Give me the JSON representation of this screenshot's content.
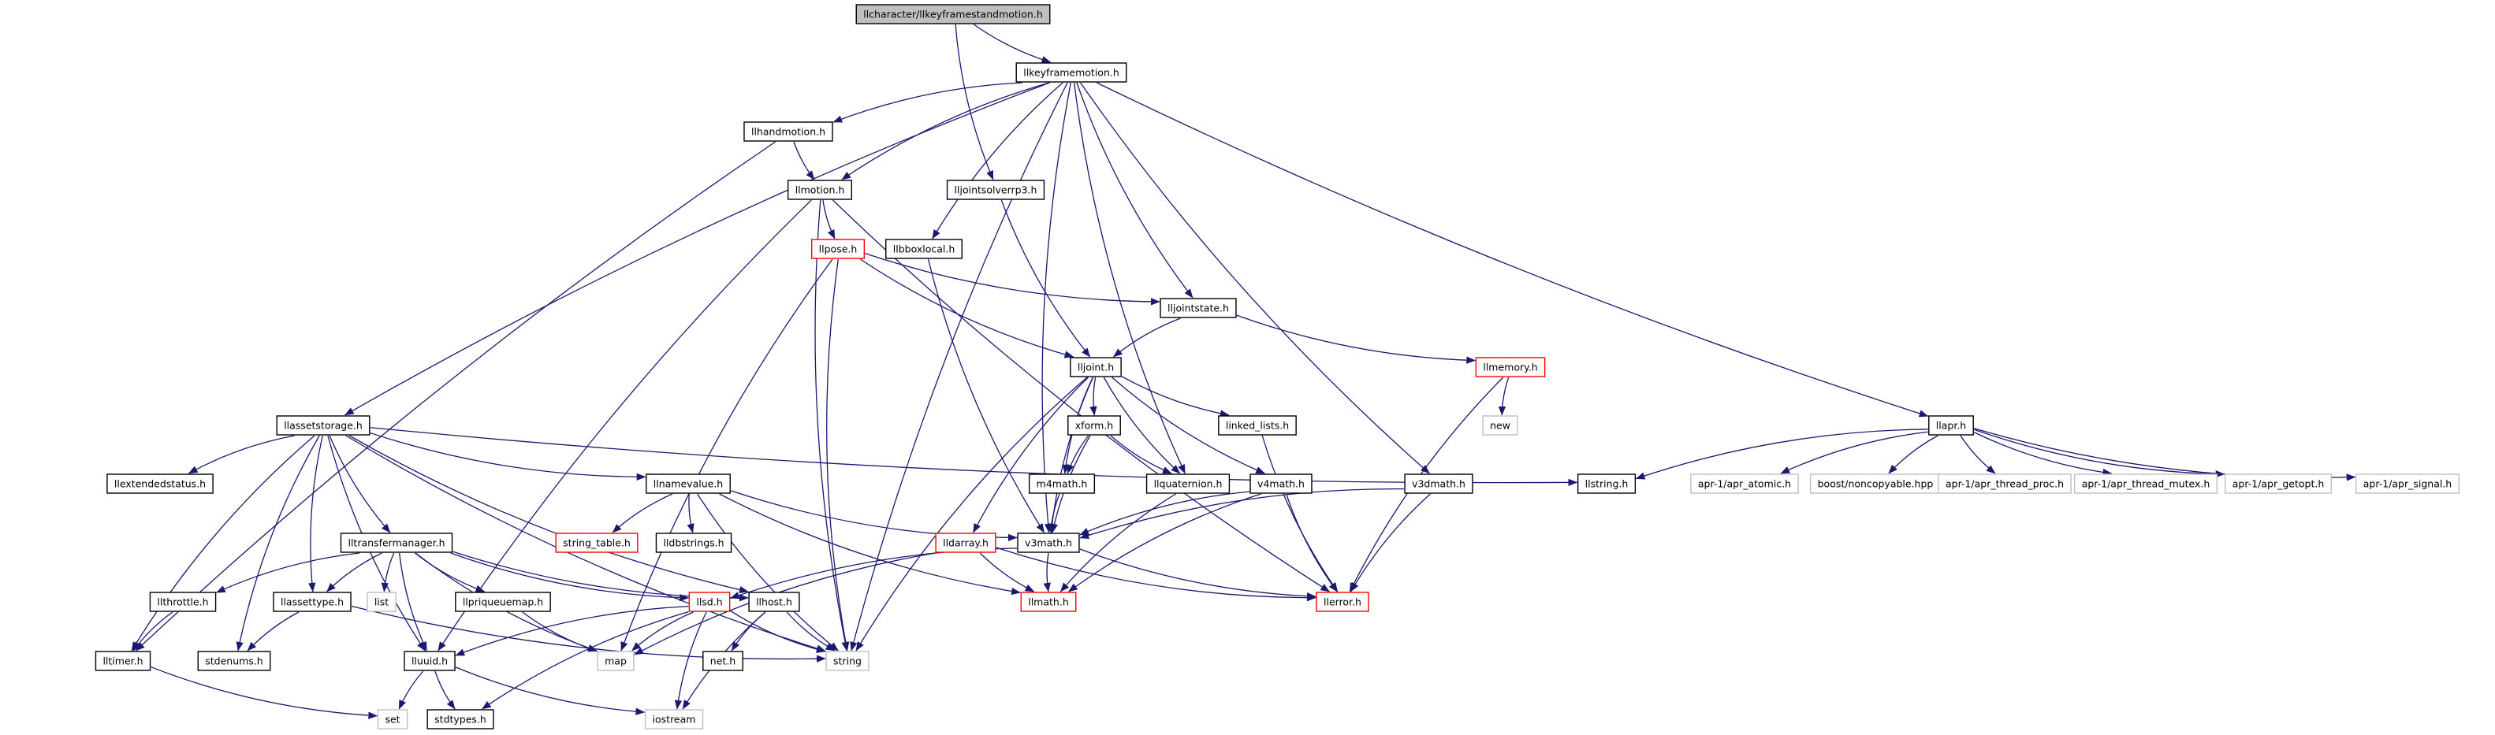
{
  "colors": {
    "edge": "#191970",
    "border_normal": "#000000",
    "border_truncated": "#ff0000",
    "border_external": "#bfbfbf",
    "fill_root": "#bfbfbf",
    "fill_normal": "#ffffff"
  },
  "nodes": [
    {
      "id": "root",
      "label": "llcharacter/llkeyframestandmotion.h",
      "kind": "root"
    },
    {
      "id": "llkeyframemotion",
      "label": "llkeyframemotion.h",
      "kind": "normal"
    },
    {
      "id": "llhandmotion",
      "label": "llhandmotion.h",
      "kind": "normal"
    },
    {
      "id": "llmotion",
      "label": "llmotion.h",
      "kind": "normal"
    },
    {
      "id": "lljointsolverrp3",
      "label": "lljointsolverrp3.h",
      "kind": "normal"
    },
    {
      "id": "llpose",
      "label": "llpose.h",
      "kind": "truncated"
    },
    {
      "id": "llbboxlocal",
      "label": "llbboxlocal.h",
      "kind": "normal"
    },
    {
      "id": "lljointstate",
      "label": "lljointstate.h",
      "kind": "normal"
    },
    {
      "id": "llmemory",
      "label": "llmemory.h",
      "kind": "truncated"
    },
    {
      "id": "new",
      "label": "new",
      "kind": "external"
    },
    {
      "id": "lljoint",
      "label": "lljoint.h",
      "kind": "normal"
    },
    {
      "id": "xform",
      "label": "xform.h",
      "kind": "normal"
    },
    {
      "id": "linked_lists",
      "label": "linked_lists.h",
      "kind": "normal"
    },
    {
      "id": "m4math",
      "label": "m4math.h",
      "kind": "normal"
    },
    {
      "id": "llquaternion",
      "label": "llquaternion.h",
      "kind": "normal"
    },
    {
      "id": "v4math",
      "label": "v4math.h",
      "kind": "normal"
    },
    {
      "id": "v3dmath",
      "label": "v3dmath.h",
      "kind": "normal"
    },
    {
      "id": "v3math",
      "label": "v3math.h",
      "kind": "normal"
    },
    {
      "id": "lldarray",
      "label": "lldarray.h",
      "kind": "truncated"
    },
    {
      "id": "llmath",
      "label": "llmath.h",
      "kind": "truncated"
    },
    {
      "id": "llerror",
      "label": "llerror.h",
      "kind": "truncated"
    },
    {
      "id": "llassetstorage",
      "label": "llassetstorage.h",
      "kind": "normal"
    },
    {
      "id": "llextendedstatus",
      "label": "llextendedstatus.h",
      "kind": "normal"
    },
    {
      "id": "llnamevalue",
      "label": "llnamevalue.h",
      "kind": "normal"
    },
    {
      "id": "string_table",
      "label": "string_table.h",
      "kind": "truncated"
    },
    {
      "id": "lldbstrings",
      "label": "lldbstrings.h",
      "kind": "normal"
    },
    {
      "id": "lltransfermanager",
      "label": "lltransfermanager.h",
      "kind": "normal"
    },
    {
      "id": "llthrottle",
      "label": "llthrottle.h",
      "kind": "normal"
    },
    {
      "id": "llassettype",
      "label": "llassettype.h",
      "kind": "normal"
    },
    {
      "id": "list",
      "label": "list",
      "kind": "external"
    },
    {
      "id": "llpriqueuemap",
      "label": "llpriqueuemap.h",
      "kind": "normal"
    },
    {
      "id": "llsd",
      "label": "llsd.h",
      "kind": "truncated"
    },
    {
      "id": "llhost",
      "label": "llhost.h",
      "kind": "normal"
    },
    {
      "id": "lltimer",
      "label": "lltimer.h",
      "kind": "normal"
    },
    {
      "id": "stdenums",
      "label": "stdenums.h",
      "kind": "normal"
    },
    {
      "id": "lluuid",
      "label": "lluuid.h",
      "kind": "normal"
    },
    {
      "id": "map",
      "label": "map",
      "kind": "external"
    },
    {
      "id": "net",
      "label": "net.h",
      "kind": "normal"
    },
    {
      "id": "string",
      "label": "string",
      "kind": "external"
    },
    {
      "id": "set",
      "label": "set",
      "kind": "external"
    },
    {
      "id": "stdtypes",
      "label": "stdtypes.h",
      "kind": "normal"
    },
    {
      "id": "iostream",
      "label": "iostream",
      "kind": "external"
    },
    {
      "id": "llapr",
      "label": "llapr.h",
      "kind": "normal"
    },
    {
      "id": "llstring",
      "label": "llstring.h",
      "kind": "normal"
    },
    {
      "id": "apr_atomic",
      "label": "apr-1/apr_atomic.h",
      "kind": "external"
    },
    {
      "id": "noncopyable",
      "label": "boost/noncopyable.hpp",
      "kind": "external"
    },
    {
      "id": "apr_thread_proc",
      "label": "apr-1/apr_thread_proc.h",
      "kind": "external"
    },
    {
      "id": "apr_thread_mutex",
      "label": "apr-1/apr_thread_mutex.h",
      "kind": "external"
    },
    {
      "id": "apr_getopt",
      "label": "apr-1/apr_getopt.h",
      "kind": "external"
    },
    {
      "id": "apr_signal",
      "label": "apr-1/apr_signal.h",
      "kind": "external"
    }
  ],
  "edges": [
    [
      "root",
      "llkeyframemotion"
    ],
    [
      "root",
      "lljointsolverrp3"
    ],
    [
      "llkeyframemotion",
      "llhandmotion"
    ],
    [
      "llkeyframemotion",
      "llmotion"
    ],
    [
      "llkeyframemotion",
      "llbboxlocal"
    ],
    [
      "llkeyframemotion",
      "v3math"
    ],
    [
      "llkeyframemotion",
      "lljointstate"
    ],
    [
      "llkeyframemotion",
      "llquaternion"
    ],
    [
      "llkeyframemotion",
      "v3dmath"
    ],
    [
      "llkeyframemotion",
      "string"
    ],
    [
      "llkeyframemotion",
      "llassetstorage"
    ],
    [
      "llkeyframemotion",
      "llapr"
    ],
    [
      "llhandmotion",
      "llmotion"
    ],
    [
      "llhandmotion",
      "lltimer"
    ],
    [
      "llmotion",
      "llpose"
    ],
    [
      "llmotion",
      "string"
    ],
    [
      "llmotion",
      "lluuid"
    ],
    [
      "llmotion",
      "llerror"
    ],
    [
      "lljointsolverrp3",
      "lljoint"
    ],
    [
      "llpose",
      "lljointstate"
    ],
    [
      "llpose",
      "lljoint"
    ],
    [
      "llpose",
      "map"
    ],
    [
      "llpose",
      "string"
    ],
    [
      "llbboxlocal",
      "v3math"
    ],
    [
      "lljointstate",
      "lljoint"
    ],
    [
      "lljointstate",
      "llmemory"
    ],
    [
      "llmemory",
      "new"
    ],
    [
      "llmemory",
      "llerror"
    ],
    [
      "lljoint",
      "xform"
    ],
    [
      "lljoint",
      "linked_lists"
    ],
    [
      "lljoint",
      "m4math"
    ],
    [
      "lljoint",
      "llquaternion"
    ],
    [
      "lljoint",
      "v4math"
    ],
    [
      "lljoint",
      "v3math"
    ],
    [
      "lljoint",
      "lldarray"
    ],
    [
      "lljoint",
      "string"
    ],
    [
      "xform",
      "m4math"
    ],
    [
      "xform",
      "llquaternion"
    ],
    [
      "xform",
      "v3math"
    ],
    [
      "linked_lists",
      "llerror"
    ],
    [
      "m4math",
      "v3math"
    ],
    [
      "llquaternion",
      "llmath"
    ],
    [
      "v4math",
      "v3math"
    ],
    [
      "v4math",
      "llerror"
    ],
    [
      "v4math",
      "llmath"
    ],
    [
      "v3dmath",
      "v3math"
    ],
    [
      "v3dmath",
      "llerror"
    ],
    [
      "v3math",
      "llmath"
    ],
    [
      "v3math",
      "llerror"
    ],
    [
      "v3math",
      "llsd"
    ],
    [
      "lldarray",
      "llmath"
    ],
    [
      "lldarray",
      "llerror"
    ],
    [
      "lldarray",
      "map"
    ],
    [
      "llassetstorage",
      "llextendedstatus"
    ],
    [
      "llassetstorage",
      "llnamevalue"
    ],
    [
      "llassetstorage",
      "lltransfermanager"
    ],
    [
      "llassetstorage",
      "llassettype"
    ],
    [
      "llassetstorage",
      "lltimer"
    ],
    [
      "llassetstorage",
      "stdenums"
    ],
    [
      "llassetstorage",
      "lluuid"
    ],
    [
      "llassetstorage",
      "llstring"
    ],
    [
      "llassetstorage",
      "string"
    ],
    [
      "llassetstorage",
      "llhost"
    ],
    [
      "llnamevalue",
      "string_table"
    ],
    [
      "llnamevalue",
      "lldbstrings"
    ],
    [
      "llnamevalue",
      "v3math"
    ],
    [
      "llnamevalue",
      "llmath"
    ],
    [
      "llnamevalue",
      "string"
    ],
    [
      "lltransfermanager",
      "llthrottle"
    ],
    [
      "lltransfermanager",
      "llassettype"
    ],
    [
      "lltransfermanager",
      "list"
    ],
    [
      "lltransfermanager",
      "llpriqueuemap"
    ],
    [
      "lltransfermanager",
      "lluuid"
    ],
    [
      "lltransfermanager",
      "llhost"
    ],
    [
      "lltransfermanager",
      "map"
    ],
    [
      "lltransfermanager",
      "llsd"
    ],
    [
      "llthrottle",
      "lltimer"
    ],
    [
      "llassettype",
      "stdenums"
    ],
    [
      "llassettype",
      "string"
    ],
    [
      "llpriqueuemap",
      "map"
    ],
    [
      "llsd",
      "map"
    ],
    [
      "llsd",
      "string"
    ],
    [
      "llsd",
      "lluuid"
    ],
    [
      "llsd",
      "stdtypes"
    ],
    [
      "llsd",
      "iostream"
    ],
    [
      "llhost",
      "net"
    ],
    [
      "llhost",
      "string"
    ],
    [
      "llhost",
      "iostream"
    ],
    [
      "lltimer",
      "set"
    ],
    [
      "lluuid",
      "stdtypes"
    ],
    [
      "lluuid",
      "iostream"
    ],
    [
      "lluuid",
      "set"
    ],
    [
      "llapr",
      "llstring"
    ],
    [
      "llapr",
      "apr_atomic"
    ],
    [
      "llapr",
      "noncopyable"
    ],
    [
      "llapr",
      "apr_thread_proc"
    ],
    [
      "llapr",
      "apr_thread_mutex"
    ],
    [
      "llapr",
      "apr_getopt"
    ],
    [
      "llapr",
      "apr_signal"
    ]
  ]
}
